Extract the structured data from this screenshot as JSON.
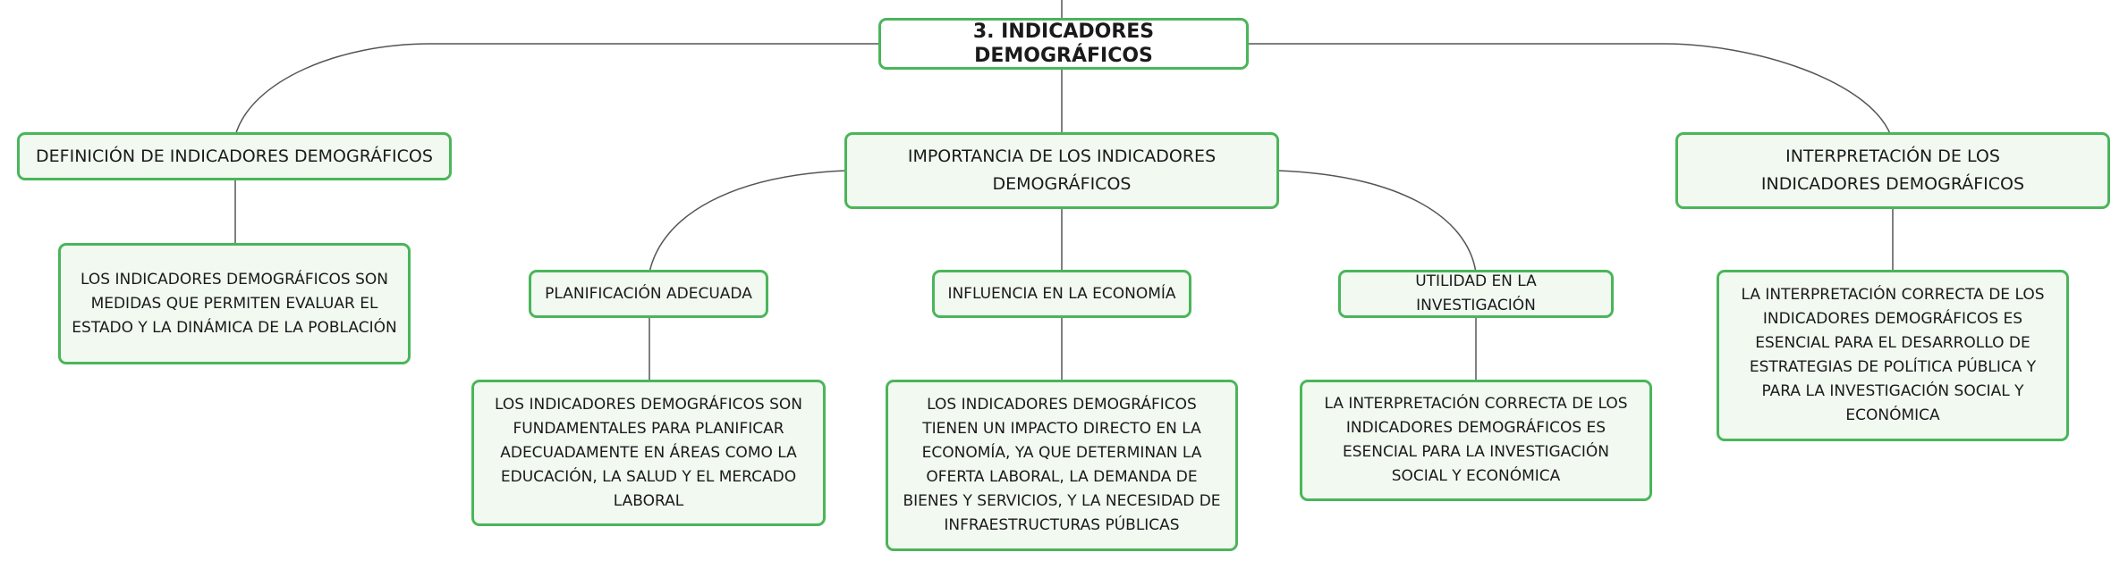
{
  "root": {
    "label": "3. INDICADORES DEMOGRÁFICOS"
  },
  "branches": [
    {
      "label": "DEFINICIÓN DE INDICADORES DEMOGRÁFICOS",
      "detail": "LOS INDICADORES DEMOGRÁFICOS SON MEDIDAS QUE PERMITEN EVALUAR EL ESTADO Y LA DINÁMICA DE LA POBLACIÓN"
    },
    {
      "label": "IMPORTANCIA DE LOS INDICADORES DEMOGRÁFICOS",
      "children": [
        {
          "label": "PLANIFICACIÓN ADECUADA",
          "detail": "LOS INDICADORES DEMOGRÁFICOS SON FUNDAMENTALES PARA PLANIFICAR ADECUADAMENTE EN ÁREAS COMO LA EDUCACIÓN, LA SALUD Y EL MERCADO LABORAL"
        },
        {
          "label": "INFLUENCIA EN LA ECONOMÍA",
          "detail": "LOS INDICADORES DEMOGRÁFICOS TIENEN UN IMPACTO DIRECTO EN LA ECONOMÍA, YA QUE DETERMINAN LA OFERTA LABORAL, LA DEMANDA DE BIENES Y SERVICIOS, Y LA NECESIDAD DE INFRAESTRUCTURAS PÚBLICAS"
        },
        {
          "label": "UTILIDAD EN LA INVESTIGACIÓN",
          "detail": "LA INTERPRETACIÓN CORRECTA DE LOS INDICADORES DEMOGRÁFICOS ES ESENCIAL PARA LA INVESTIGACIÓN SOCIAL Y ECONÓMICA"
        }
      ]
    },
    {
      "label": "INTERPRETACIÓN DE LOS INDICADORES DEMOGRÁFICOS",
      "detail": "LA INTERPRETACIÓN CORRECTA DE LOS INDICADORES DEMOGRÁFICOS ES ESENCIAL PARA EL DESARROLLO DE ESTRATEGIAS DE POLÍTICA PÚBLICA Y PARA LA INVESTIGACIÓN SOCIAL Y ECONÓMICA"
    }
  ],
  "colors": {
    "border": "#4bb55a",
    "fill": "#f1f9f1",
    "line": "#555555"
  }
}
